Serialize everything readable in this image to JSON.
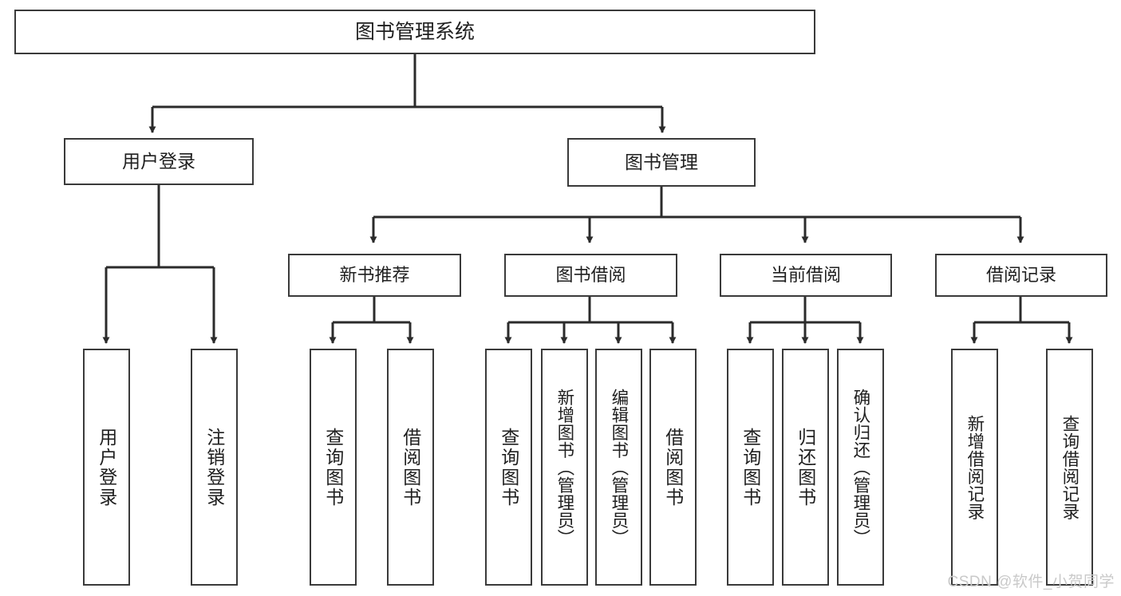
{
  "diagram": {
    "title": "图书管理系统",
    "type": "tree-hierarchy-diagram",
    "colors": {
      "box_border": "#3a3a3a",
      "box_fill": "#ffffff",
      "connector": "#2b2b2b",
      "text": "#1f1f1f",
      "watermark": "#c9c9c9"
    },
    "root": {
      "label": "图书管理系统"
    },
    "level1": [
      {
        "label": "用户登录"
      },
      {
        "label": "图书管理"
      }
    ],
    "level2": [
      {
        "label": "新书推荐"
      },
      {
        "label": "图书借阅"
      },
      {
        "label": "当前借阅"
      },
      {
        "label": "借阅记录"
      }
    ],
    "leaves": {
      "user_login": [
        {
          "label": "用户登录"
        },
        {
          "label": "注销登录"
        }
      ],
      "new_book_recommend": [
        {
          "label": "查询图书"
        },
        {
          "label": "借阅图书"
        }
      ],
      "book_borrow": [
        {
          "label": "查询图书"
        },
        {
          "label": "新增图书（管理员）"
        },
        {
          "label": "编辑图书（管理员）"
        },
        {
          "label": "借阅图书"
        }
      ],
      "current_borrow": [
        {
          "label": "查询图书"
        },
        {
          "label": "归还图书"
        },
        {
          "label": "确认归还（管理员）"
        }
      ],
      "borrow_record": [
        {
          "label": "新增借阅记录"
        },
        {
          "label": "查询借阅记录"
        }
      ]
    }
  },
  "watermark": {
    "text": "CSDN @软件_小贺同学"
  }
}
